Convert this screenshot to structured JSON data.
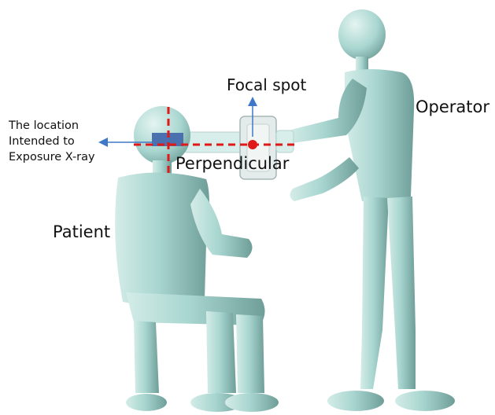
{
  "labels": {
    "focal_spot": "Focal spot",
    "operator": "Operator",
    "patient": "Patient",
    "perpendicular": "Perpendicular",
    "location_lines": [
      "The location",
      "Intended to",
      "Exposure X-ray"
    ]
  },
  "colors": {
    "figure_fill": "#a9d6d0",
    "figure_light": "#d4ece8",
    "figure_dark": "#6f9e98",
    "target_marker": "#4b70b0",
    "guide_lines": "#e01818",
    "arrows": "#3f78c8"
  }
}
